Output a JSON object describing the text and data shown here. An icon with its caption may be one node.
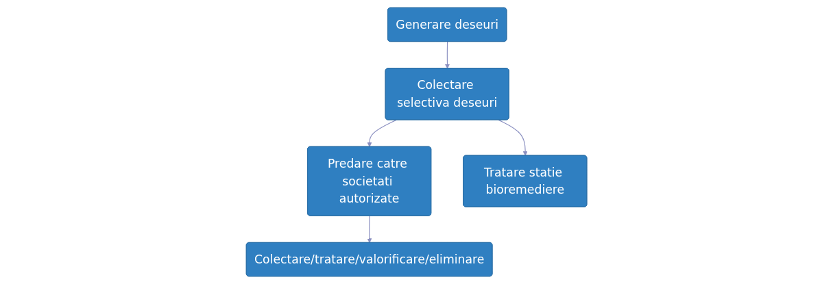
{
  "diagram": {
    "nodes": [
      {
        "text": [
          "Generare deseuri"
        ]
      },
      {
        "text": [
          "Colectare selectiva deseuri"
        ]
      },
      {
        "text": [
          "Predare catre societati autorizate"
        ]
      },
      {
        "text": [
          "Tratare statie bioremediere"
        ]
      },
      {
        "text": [
          "Colectare/tratare/valorificare/eliminare"
        ]
      }
    ],
    "edges": [
      {
        "from": 0,
        "to": 1,
        "arrow": "to"
      },
      {
        "from": 1,
        "to": 2,
        "arrow": "to"
      },
      {
        "from": 1,
        "to": 3,
        "arrow": "to"
      },
      {
        "from": 2,
        "to": 4,
        "arrow": "to"
      }
    ]
  }
}
